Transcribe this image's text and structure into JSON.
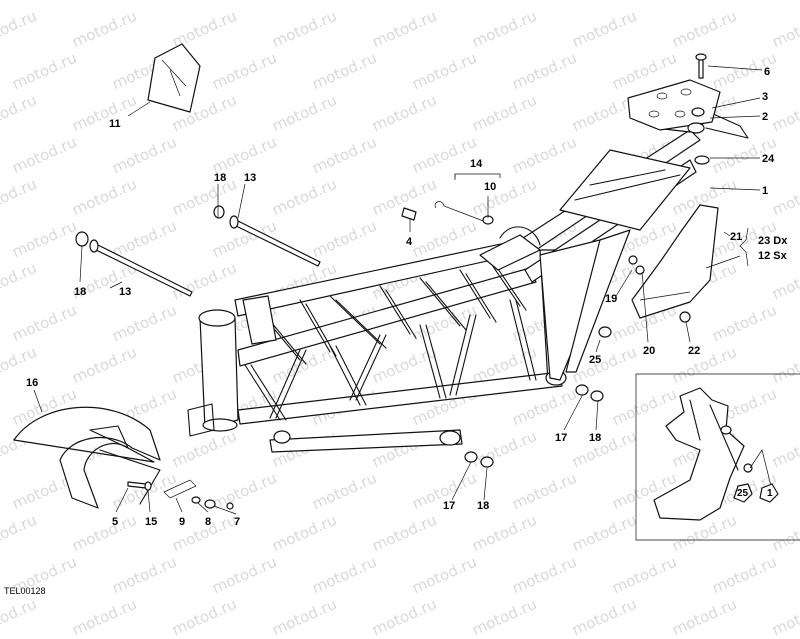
{
  "watermark_text": "motod.ru",
  "drawing_code": "TEL00128",
  "callouts": {
    "c1": "1",
    "c2": "2",
    "c3": "3",
    "c4": "4",
    "c5": "5",
    "c6": "6",
    "c7": "7",
    "c8": "8",
    "c9": "9",
    "c10": "10",
    "c11": "11",
    "c12": "12 Sx",
    "c13a": "13",
    "c13b": "13",
    "c14": "14",
    "c15": "15",
    "c16": "16",
    "c17a": "17",
    "c17b": "17",
    "c18a": "18",
    "c18b": "18",
    "c18c": "18",
    "c18d": "18",
    "c19": "19",
    "c20": "20",
    "c21": "21",
    "c22": "22",
    "c23": "23 Dx",
    "c24": "24",
    "c25": "25",
    "inset_1": "1",
    "inset_25": "25"
  }
}
